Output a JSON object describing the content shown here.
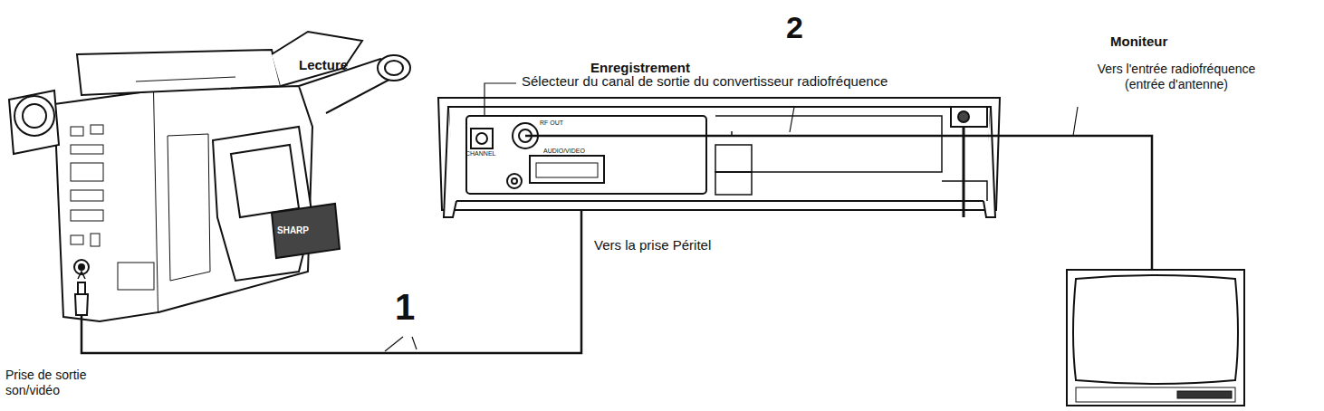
{
  "diagram": {
    "labels": [
      "Lecture",
      "Enregistrement",
      "Sélecteur du canal de sortie du convertisseur radiofréquence",
      "2",
      "Moniteur",
      "Vers l'entrée radiofréquence (entrée d'antenne)",
      "Vers la prise Péritel",
      "1",
      "Prise de sortie son/vidéo",
      "SHARP",
      "CHANNEL",
      "RF OUT",
      "AUDIO/VIDEO"
    ]
  }
}
